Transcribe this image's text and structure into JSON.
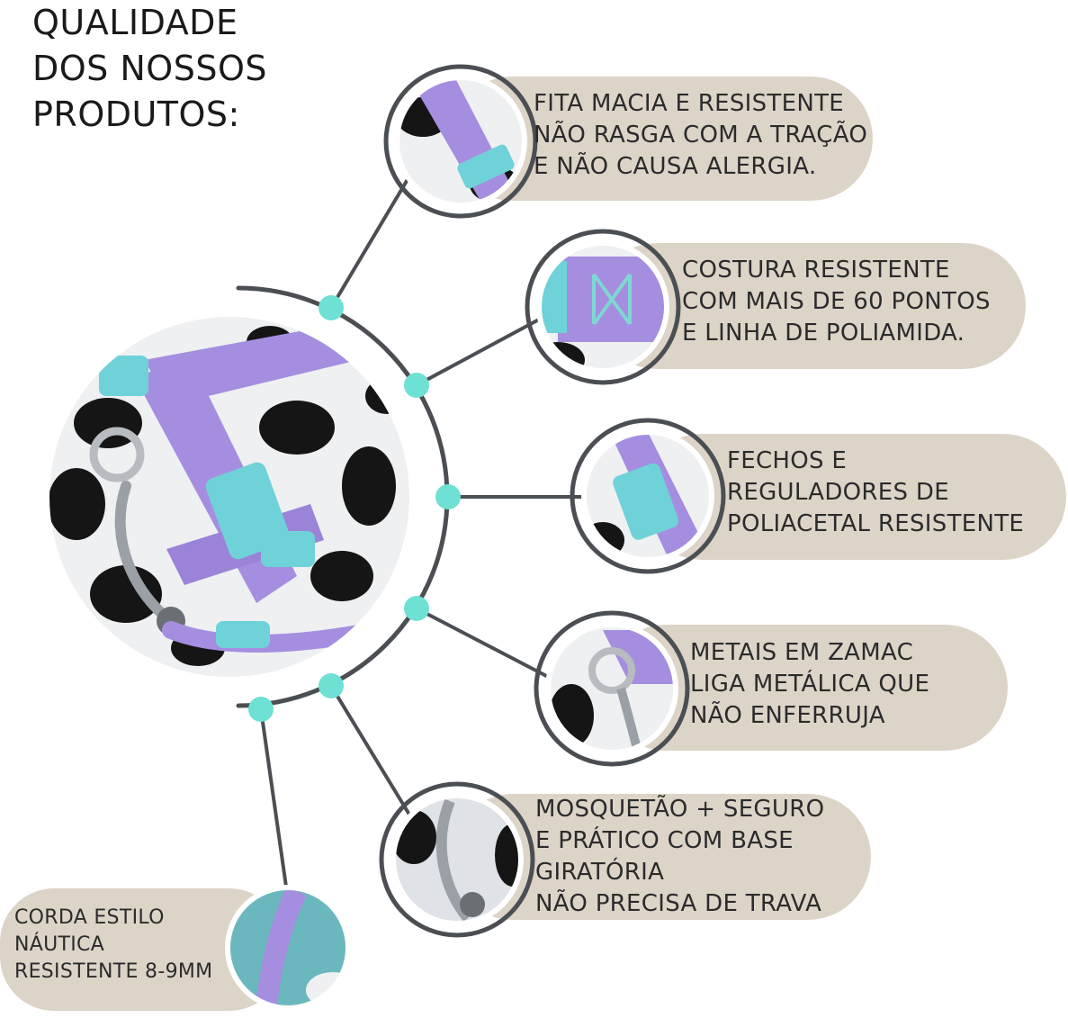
{
  "title": {
    "lines": [
      "QUALIDADE",
      "DOS NOSSOS",
      "PRODUTOS:"
    ]
  },
  "colors": {
    "pill": "#ddd4c8",
    "ring": "#4b4f53",
    "connector": "#4b4f53",
    "dot": "#6ee0d4",
    "strap": "#a58ee0",
    "buckle": "#6fd2d8",
    "fur_light": "#eef0f2",
    "fur_spot": "#151515"
  },
  "features": [
    {
      "id": "fita",
      "icon": "strap-photo-icon",
      "lines": [
        "FITA MACIA E RESISTENTE",
        "NÃO RASGA COM A TRAÇÃO",
        "E NÃO CAUSA ALERGIA."
      ]
    },
    {
      "id": "costura",
      "icon": "stitching-photo-icon",
      "lines": [
        "COSTURA RESISTENTE",
        "COM MAIS DE 60 PONTOS",
        "E LINHA DE POLIAMIDA."
      ]
    },
    {
      "id": "fechos",
      "icon": "buckle-photo-icon",
      "lines": [
        "FECHOS E",
        "REGULADORES DE",
        "POLIACETAL RESISTENTE"
      ]
    },
    {
      "id": "metais",
      "icon": "metal-ring-photo-icon",
      "lines": [
        "METAIS EM ZAMAC",
        "LIGA METÁLICA QUE",
        "NÃO ENFERRUJA"
      ]
    },
    {
      "id": "mosquetao",
      "icon": "carabiner-photo-icon",
      "lines": [
        "MOSQUETÃO + SEGURO",
        "E PRÁTICO COM BASE",
        "GIRATÓRIA",
        "NÃO PRECISA DE TRAVA"
      ]
    },
    {
      "id": "corda",
      "icon": "rope-photo-icon",
      "lines": [
        "CORDA ESTILO",
        "NÁUTICA",
        "RESISTENTE 8-9MM"
      ]
    }
  ],
  "hero": {
    "icon": "harness-on-dalmatian-photo-icon"
  }
}
